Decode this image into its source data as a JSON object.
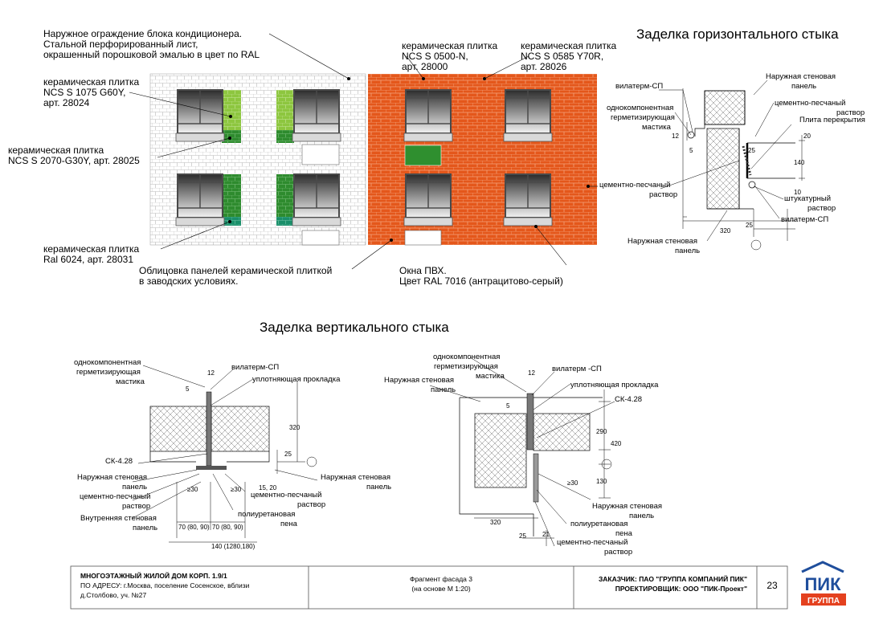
{
  "facade": {
    "labels": {
      "enclosure": [
        "Наружное ограждение блока кондиционера.",
        "Стальной перфорированный лист,",
        "окрашенный порошковой эмалью в цвет по RAL"
      ],
      "tile_1075": [
        "керамическая плитка",
        "NCS S 1075 G60Y,",
        "арт. 28024"
      ],
      "tile_2070": [
        "керамическая плитка",
        "NCS S 2070-G30Y, арт. 28025"
      ],
      "tile_6024": [
        "керамическая плитка",
        "Ral 6024, арт. 28031"
      ],
      "tile_0500": [
        "керамическая плитка",
        "NCS  S 0500-N,",
        "арт. 28000"
      ],
      "tile_0585": [
        "керамическая плитка",
        "NCS  S 0585 Y70R,",
        "арт. 28026"
      ],
      "cladding": [
        "Облицовка панелей керамической плиткой",
        "в заводских условиях."
      ],
      "windows": [
        "Окна ПВХ.",
        "Цвет RAL 7016 (антрацитово-серый)"
      ]
    },
    "colors": {
      "orange": "#e4571b",
      "lime": "#8dc63f",
      "green": "#2e8b2e",
      "teal": "#1a8f6a",
      "window_frame": "#5a5a5a"
    }
  },
  "horizontal_joint": {
    "title": "Заделка горизонтального стыка",
    "labels": {
      "vilaterm": "вилатерм-СП",
      "outer_panel_top": [
        "Наружная стеновая",
        "панель"
      ],
      "sealant": [
        "однокомпонентная",
        "герметизирующая",
        "мастика"
      ],
      "mortar": [
        "цементно-песчаный",
        "раствор"
      ],
      "slab": "Плита перекрытия",
      "mortar2": [
        "цементно-песчаный",
        "раствор"
      ],
      "plaster": [
        "штукатурный",
        "раствор"
      ],
      "vilaterm2": "вилатерм-СП",
      "outer_panel_bottom": [
        "Наружная стеновая",
        "панель"
      ]
    },
    "dims": {
      "d12": "12",
      "d5": "5",
      "d25a": "25",
      "d20": "20",
      "d140": "140",
      "d10": "10",
      "d25b": "25",
      "d320": "320"
    }
  },
  "vertical_joint": {
    "title": "Заделка вертикального стыка",
    "left": {
      "labels": {
        "sealant": [
          "однокомпонентная",
          "герметизирующая",
          "мастика"
        ],
        "vilaterm": "вилатерм-СП",
        "gasket": "уплотняющая прокладка",
        "sk": "СК-4.28",
        "outer_panel": [
          "Наружная стеновая",
          "панель"
        ],
        "outer_panel_right": [
          "Наружная стеновая",
          "панель"
        ],
        "mortar": [
          "цементно-песчаный",
          "раствор"
        ],
        "mortar_right": [
          "цементно-песчаный",
          "раствор"
        ],
        "pu_foam": [
          "полиуретановая",
          "пена"
        ],
        "inner_panel": [
          "Внутренняя стеновая",
          "панель"
        ]
      },
      "dims": {
        "d12": "12",
        "d5": "5",
        "d320": "320",
        "d25": "25",
        "d1520": "15, 20",
        "d30a": "≥30",
        "d30b": "≥30",
        "d70a": "70 (80, 90)",
        "d70b": "70 (80, 90)",
        "d140": "140 (1280,180)"
      }
    },
    "right": {
      "labels": {
        "sealant": [
          "однокомпонентная",
          "герметизирующая",
          "мастика"
        ],
        "vilaterm": "вилатерм -СП",
        "gasket": "уплотняющая прокладка",
        "outer_panel_top": [
          "Наружная стеновая",
          "панель"
        ],
        "sk": "СК-4.28",
        "outer_panel": [
          "Наружная стеновая",
          "панель"
        ],
        "pu_foam": [
          "полиуретановая",
          "пена"
        ],
        "mortar": [
          "цементно-песчаный",
          "раствор"
        ]
      },
      "dims": {
        "d12": "12",
        "d5": "5",
        "d290": "290",
        "d420": "420",
        "d130": "130",
        "d30": "≥30",
        "d320": "320",
        "d25": "25",
        "d21": "21"
      }
    }
  },
  "title_block": {
    "project": "МНОГОЭТАЖНЫЙ ЖИЛОЙ ДОМ КОРП. 1.9/1",
    "address_1": "ПО АДРЕСУ: г.Москва, поселение Сосенское, вблизи",
    "address_2": "д.Столбово, уч. №27",
    "fragment_1": "Фрагмент фасада 3",
    "fragment_2": "(на основе М 1:20)",
    "customer": "ЗАКАЗЧИК: ПАО \"ГРУППА КОМПАНИЙ ПИК\"",
    "designer": "ПРОЕКТИРОВЩИК: ООО \"ПИК-Проект\"",
    "page": "23",
    "logo_main": "ПИК",
    "logo_sub": "ГРУППА"
  }
}
